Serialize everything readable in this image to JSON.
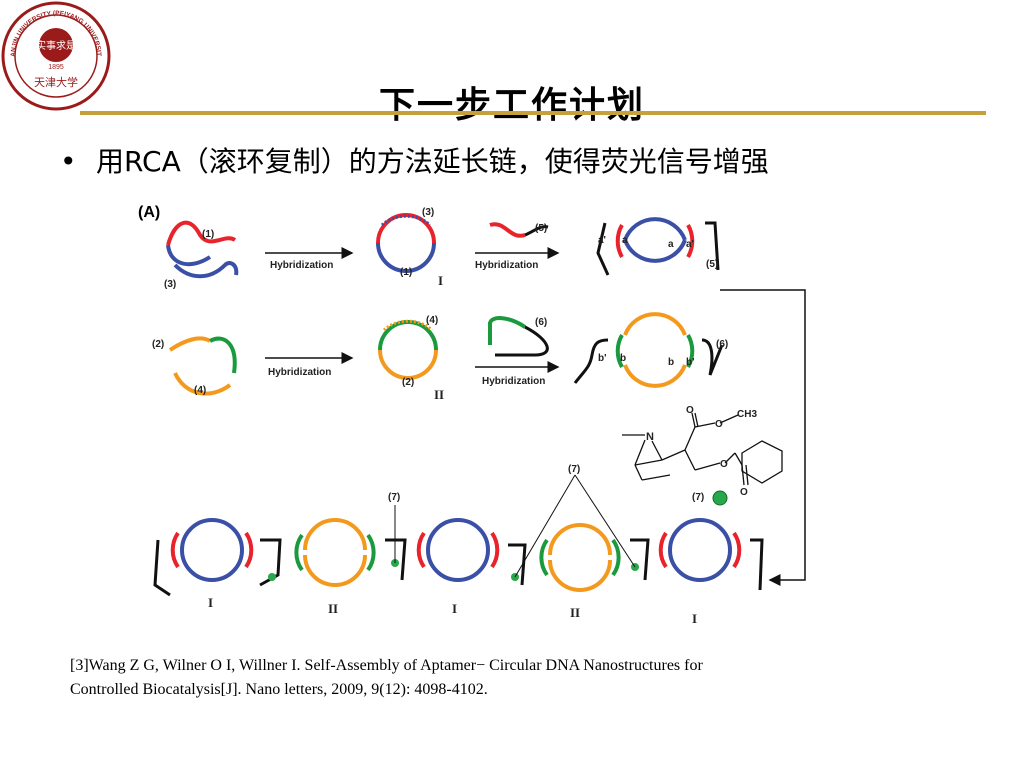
{
  "logo": {
    "icon": "university-seal-icon",
    "ring_text": "TIANJIN UNIVERSITY (PEIYANG UNIVERSITY)",
    "center_text": "实事求是",
    "year": "1895",
    "bottom_text": "天津大学",
    "color": "#9b1b1b"
  },
  "title": "下一步工作计划",
  "bullet": {
    "marker": "•",
    "text": "用RCA（滚环复制）的方法延长链，使得荧光信号增强"
  },
  "figure": {
    "panel_label": "(A)",
    "hybridization_label": "Hybridization",
    "labels": {
      "s1": "(1)",
      "s2": "(2)",
      "s3": "(3)",
      "s4": "(4)",
      "s5": "(5)",
      "s6": "(6)",
      "s7": "(7)",
      "a": "a",
      "a_prime": "a'",
      "b": "b",
      "b_prime": "b'",
      "roman_1": "I",
      "roman_2": "II",
      "methyl_n": "N",
      "ch3": "CH3",
      "o": "O"
    },
    "colors": {
      "red": "#e8232b",
      "blue": "#3a4fa6",
      "green": "#1a9a3c",
      "orange": "#f39a1e",
      "black": "#111111"
    }
  },
  "citation": {
    "line1": "[3]Wang Z G, Wilner O I, Willner I. Self-Assembly of Aptamer− Circular DNA Nanostructures for",
    "line2": "Controlled Biocatalysis[J]. Nano letters, 2009, 9(12): 4098-4102."
  }
}
